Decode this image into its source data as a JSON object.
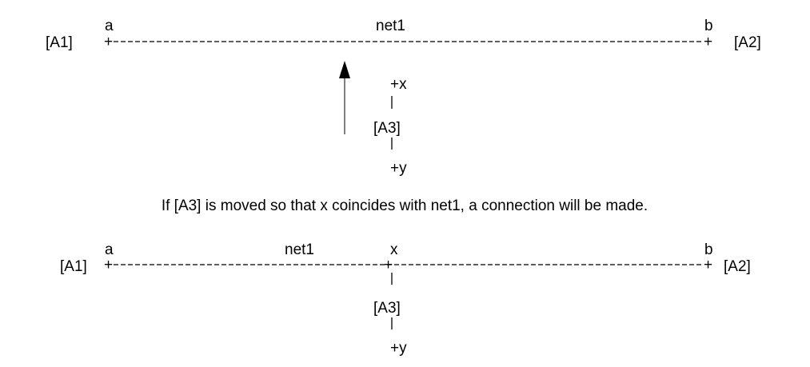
{
  "top": {
    "left_node": "[A1]",
    "right_node": "[A2]",
    "pin_a": "a",
    "pin_b": "b",
    "net_label": "net1",
    "component": "[A3]",
    "pin_x": "+x",
    "pin_y": "+y"
  },
  "caption": "If [A3] is moved so that x coincides with net1, a connection will be made.",
  "bottom": {
    "left_node": "[A1]",
    "right_node": "[A2]",
    "pin_a": "a",
    "pin_b": "b",
    "net_label": "net1",
    "pin_x": "x",
    "component": "[A3]",
    "pin_y": "+y"
  },
  "colors": {
    "arrow": "#808080",
    "arrowhead": "#000000"
  }
}
